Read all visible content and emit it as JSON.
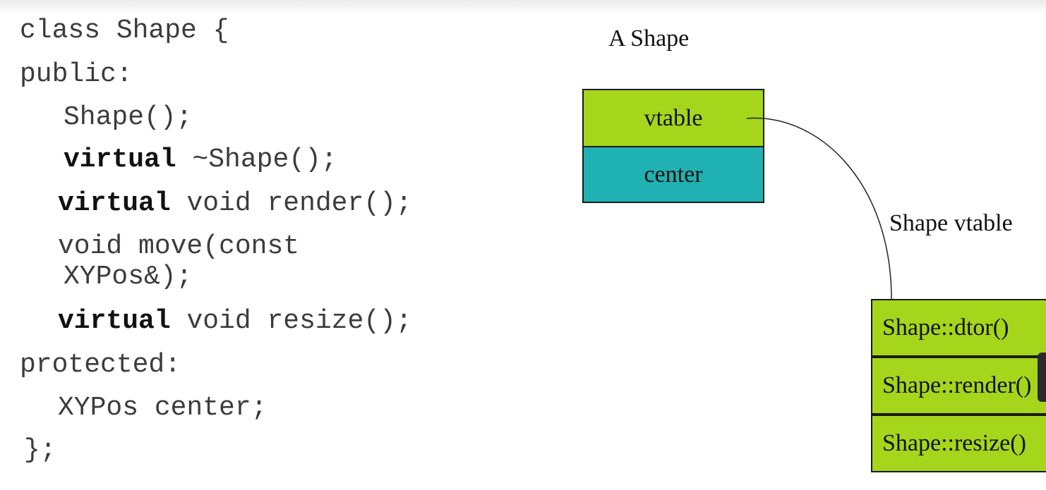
{
  "code": {
    "lines": [
      {
        "text": "class Shape {"
      },
      {
        "text": "public:"
      },
      {
        "text": "Shape();"
      },
      {
        "kw": "virtual",
        "text": " ~Shape();"
      },
      {
        "kw": "virtual",
        "text": " void render();"
      },
      {
        "text": "void move(const"
      },
      {
        "text": "XYPos&);"
      },
      {
        "kw": "virtual",
        "text": " void resize();"
      },
      {
        "text": "protected:"
      },
      {
        "text": "XYPos center;"
      },
      {
        "text": "};"
      }
    ]
  },
  "object": {
    "title": "A Shape",
    "fields": [
      "vtable",
      "center"
    ],
    "colors": {
      "vtable": "#a5d61c",
      "center": "#20b2b2"
    }
  },
  "vtable": {
    "title": "Shape vtable",
    "entries": [
      "Shape::dtor()",
      "Shape::render()",
      "Shape::resize()"
    ],
    "color": "#a5d61c"
  }
}
